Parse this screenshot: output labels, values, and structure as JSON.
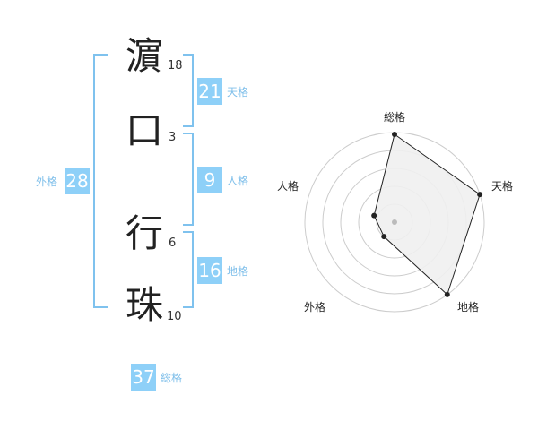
{
  "name": {
    "characters": [
      {
        "char": "濵",
        "strokes": "18"
      },
      {
        "char": "口",
        "strokes": "3"
      },
      {
        "char": "行",
        "strokes": "6"
      },
      {
        "char": "珠",
        "strokes": "10"
      }
    ]
  },
  "fortune": {
    "tenkaku": {
      "value": "21",
      "label": "天格"
    },
    "jinkaku": {
      "value": "9",
      "label": "人格"
    },
    "chikaku": {
      "value": "16",
      "label": "地格"
    },
    "gaikaku": {
      "value": "28",
      "label": "外格"
    },
    "soukaku": {
      "value": "37",
      "label": "総格"
    }
  },
  "radar": {
    "labels": {
      "top": "総格",
      "right_top": "天格",
      "right_bottom": "地格",
      "left_bottom": "外格",
      "left_top": "人格"
    },
    "levels": 5,
    "values": {
      "soukaku": 4.9,
      "tenkaku": 5.0,
      "chikaku": 5.0,
      "gaikaku": 1.0,
      "jinkaku": 1.2
    },
    "colors": {
      "fill": "#efefef",
      "line": "#222222",
      "grid": "#cccccc",
      "center": "#bbbbbb"
    }
  }
}
